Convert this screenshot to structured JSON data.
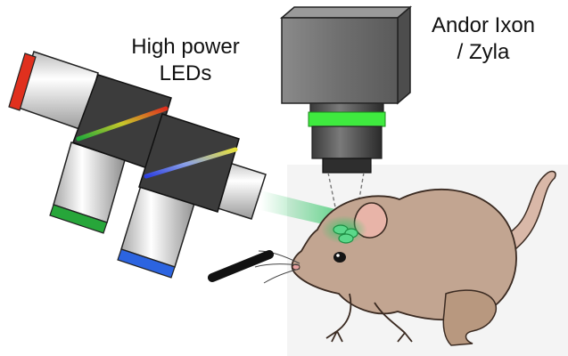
{
  "labels": {
    "leds": [
      "High power",
      "LEDs"
    ],
    "camera": [
      "Andor Ixon",
      "/ Zyla"
    ]
  },
  "colors": {
    "led_red": "#e0301e",
    "led_green": "#27a63a",
    "led_blue": "#2c64e0",
    "filter_green": "#3fea3f",
    "camera_body": "#6f6f6f",
    "mouse_fur": "#c2a591",
    "mouse_outline": "#3b2b22",
    "mouse_pink": "#e8b4a8",
    "fluorescence": "#37c76a"
  },
  "icons": {
    "camera": "camera-icon",
    "mouse": "mouse-icon",
    "led_module": "led-module-icon",
    "fiber": "fiber-icon"
  }
}
